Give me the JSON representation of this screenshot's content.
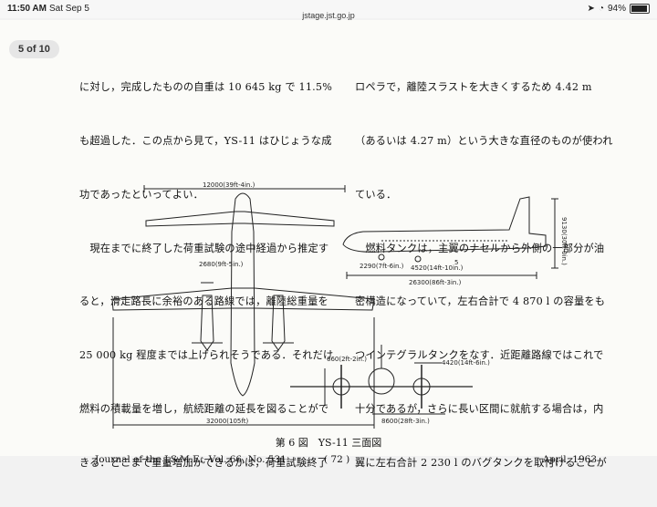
{
  "status_bar": {
    "time": "11:50 AM",
    "date": "Sat Sep 5",
    "url": "jstage.jst.go.jp",
    "battery": "94%",
    "battery_level": 0.94
  },
  "viewer": {
    "page_indicator": "5 of 10"
  },
  "article": {
    "left_lines": [
      "に対し，完成したものの自重は 10 645 kg で 11.5%",
      "も超過した．この点から見て，YS-11 はひじょうな成",
      "功であったといってよい．",
      "　現在までに終了した荷重試験の途中経過から推定す",
      "ると，滑走路長に余裕のある路線では，離陸総重量を",
      "25 000 kg 程度までは上げられそうである．それだけ",
      "燃料の積載量を増し，航続距離の延長を図ることがで",
      "きる．どこまで重量増加ができるかは，荷重試験終了"
    ],
    "right_lines": [
      "ロペラで，離陸スラストを大きくするため 4.42 m",
      "（あるいは 4.27 m）という大きな直径のものが使われ",
      "ている．",
      "　燃料タンクは，主翼のナセルから外側の一部分が油",
      "密構造になっていて，左右合計で 4 870 l の容量をも",
      "つインテグラルタンクをなす．近距離路線ではこれで",
      "十分であるが，さらに長い区間に就航する場合は，内",
      "翼に左右合計 2 230 l のバグタンクを取付けることが"
    ]
  },
  "figure": {
    "dim_top": "12000(39ft-4in.)",
    "dim_nacelle": "2680(9ft-5in.)",
    "dim_span": "32000(105ft)",
    "dim_height": "9130(30ft-0in.)",
    "dim_a": "2290(7ft-6in.)",
    "dim_b": "4520(14ft-10in.)",
    "dim_c": "5",
    "dim_length": "26300(86ft-3in.)",
    "dim_wheel": "660(2ft-2in.)",
    "dim_prop": "4420(14ft-6in.)",
    "dim_track": "8600(28ft-3in.)"
  },
  "caption": "第 6 図　YS-11 三面図",
  "footer": {
    "journal": "Journal of the J.S.M.E., Vol. 66, No. 531",
    "page": "( 72 )",
    "date": "April, 1963"
  }
}
